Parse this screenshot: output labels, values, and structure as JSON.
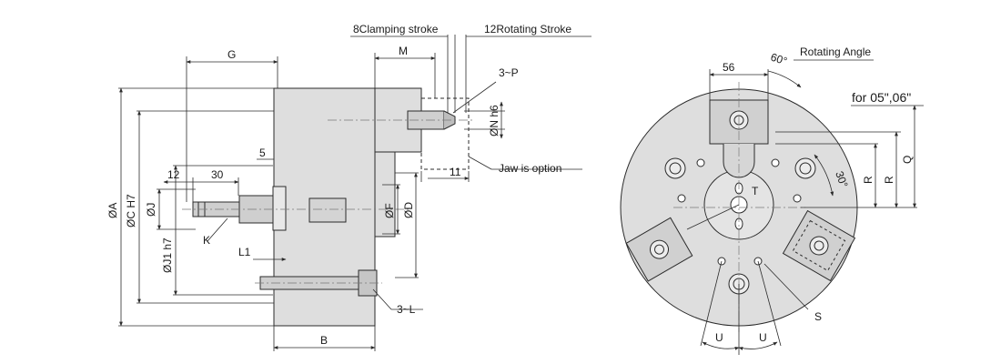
{
  "colors": {
    "body_fill": "#dedede",
    "line": "#2b2b2b",
    "center_line": "#7a7a7a",
    "background": "#ffffff"
  },
  "side_view": {
    "dims": {
      "G": "G",
      "M": "M",
      "clamping_stroke": "8Clamping stroke",
      "rotating_stroke": "12Rotating Stroke",
      "P": "3~P",
      "N": "ØN h6",
      "jaw_option": "Jaw is option",
      "eleven": "11",
      "five": "5",
      "twelve": "12",
      "thirty": "30",
      "A": "ØA",
      "C": "ØC H7",
      "J": "ØJ",
      "J1": "ØJ1 h7",
      "K": "K",
      "L1": "L1",
      "F": "ØF",
      "D": "ØD",
      "L": "3~L",
      "B": "B"
    }
  },
  "front_view": {
    "dims": {
      "fiftysix": "56",
      "sixty": "60°",
      "rotating_angle": "Rotating Angle",
      "for_models": "for 05\",06\"",
      "R1": "R",
      "R2": "R",
      "Q": "Q",
      "thirty_deg": "30°",
      "T": "T",
      "S": "S",
      "U1": "U",
      "U2": "U"
    }
  }
}
